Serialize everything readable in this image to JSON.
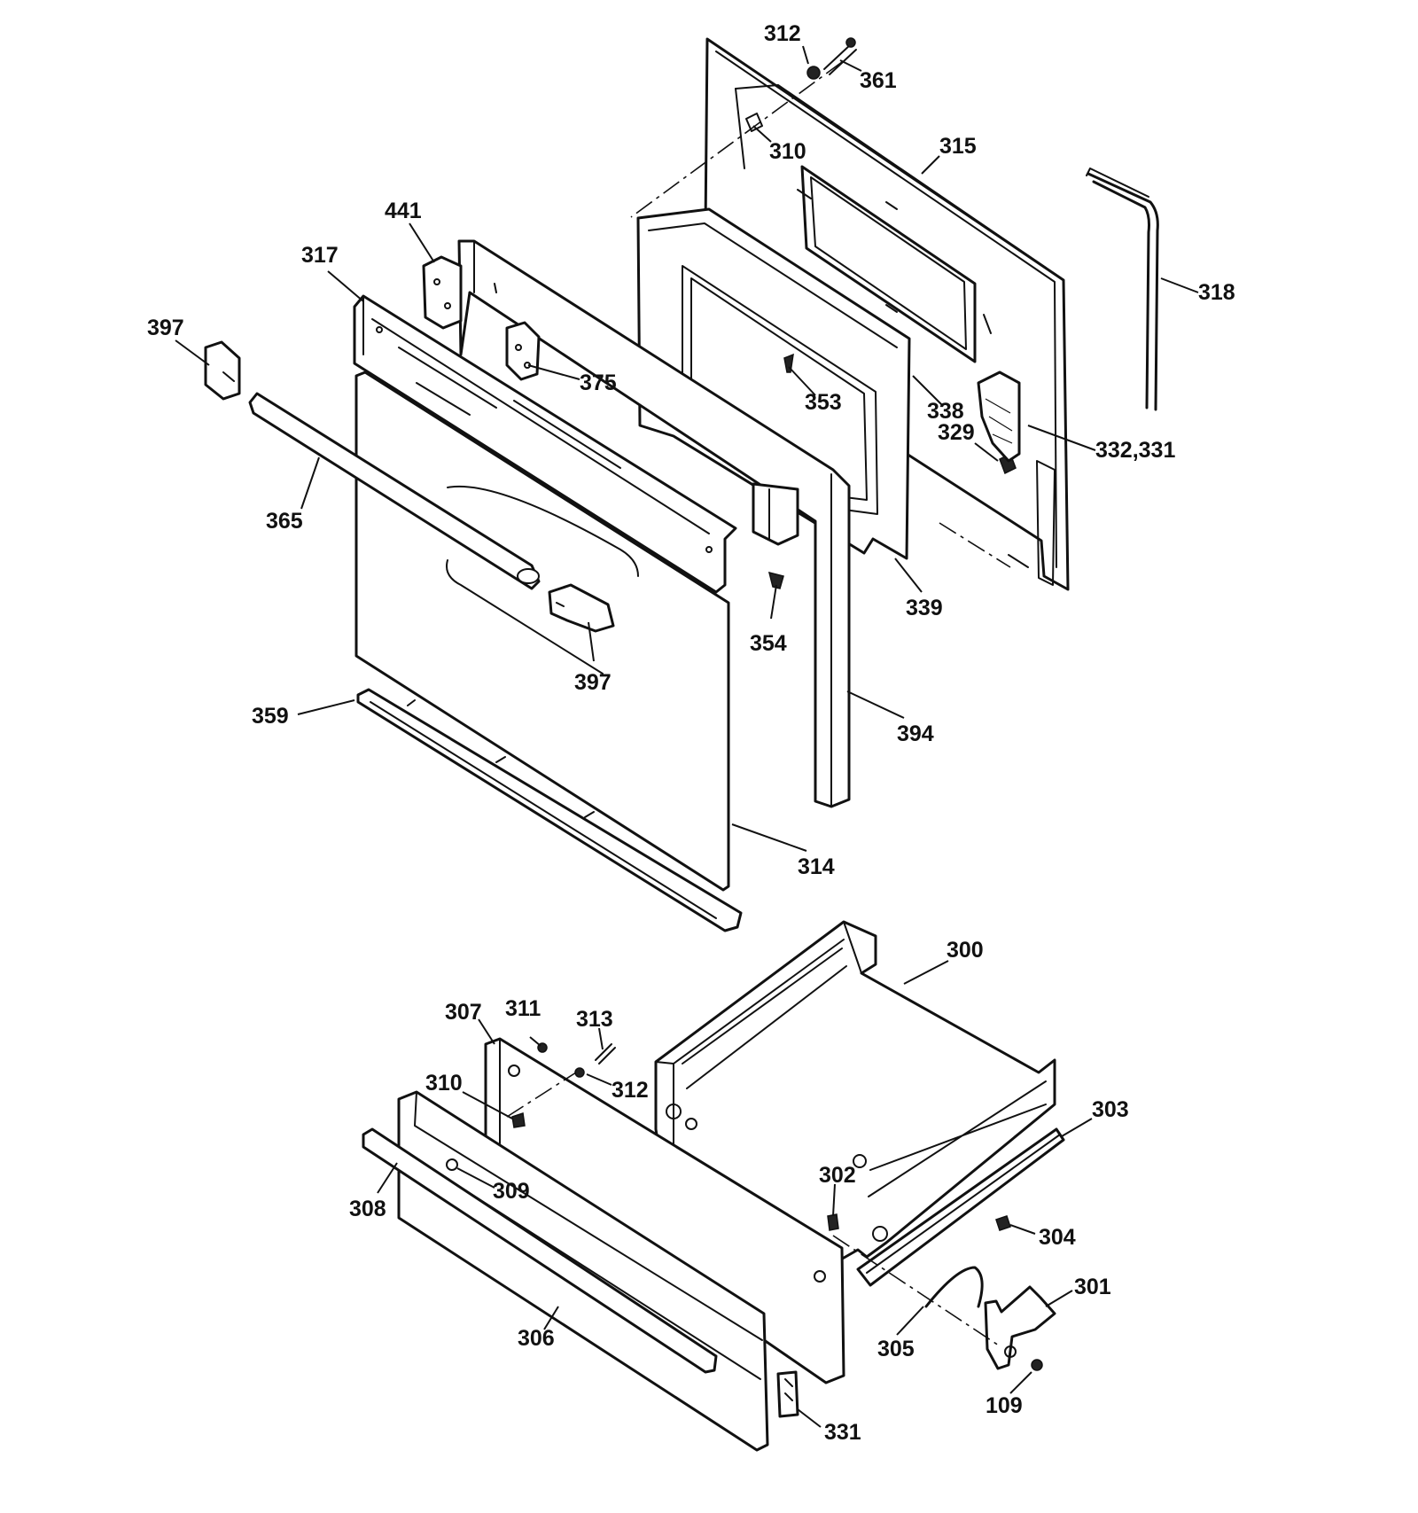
{
  "labels": {
    "l312a": "312",
    "l361": "361",
    "l310a": "310",
    "l315": "315",
    "l318": "318",
    "l441": "441",
    "l317": "317",
    "l397a": "397",
    "l375": "375",
    "l353": "353",
    "l338": "338",
    "l329": "329",
    "l332": "332,331",
    "l365": "365",
    "l339": "339",
    "l354": "354",
    "l397b": "397",
    "l359": "359",
    "l394": "394",
    "l314": "314",
    "l300": "300",
    "l307": "307",
    "l311": "311",
    "l313": "313",
    "l312b": "312",
    "l310b": "310",
    "l303": "303",
    "l302": "302",
    "l308": "308",
    "l309": "309",
    "l304": "304",
    "l301": "301",
    "l305": "305",
    "l306": "306",
    "l109": "109",
    "l331": "331"
  },
  "colors": {
    "line": "#111111",
    "background": "#ffffff"
  }
}
